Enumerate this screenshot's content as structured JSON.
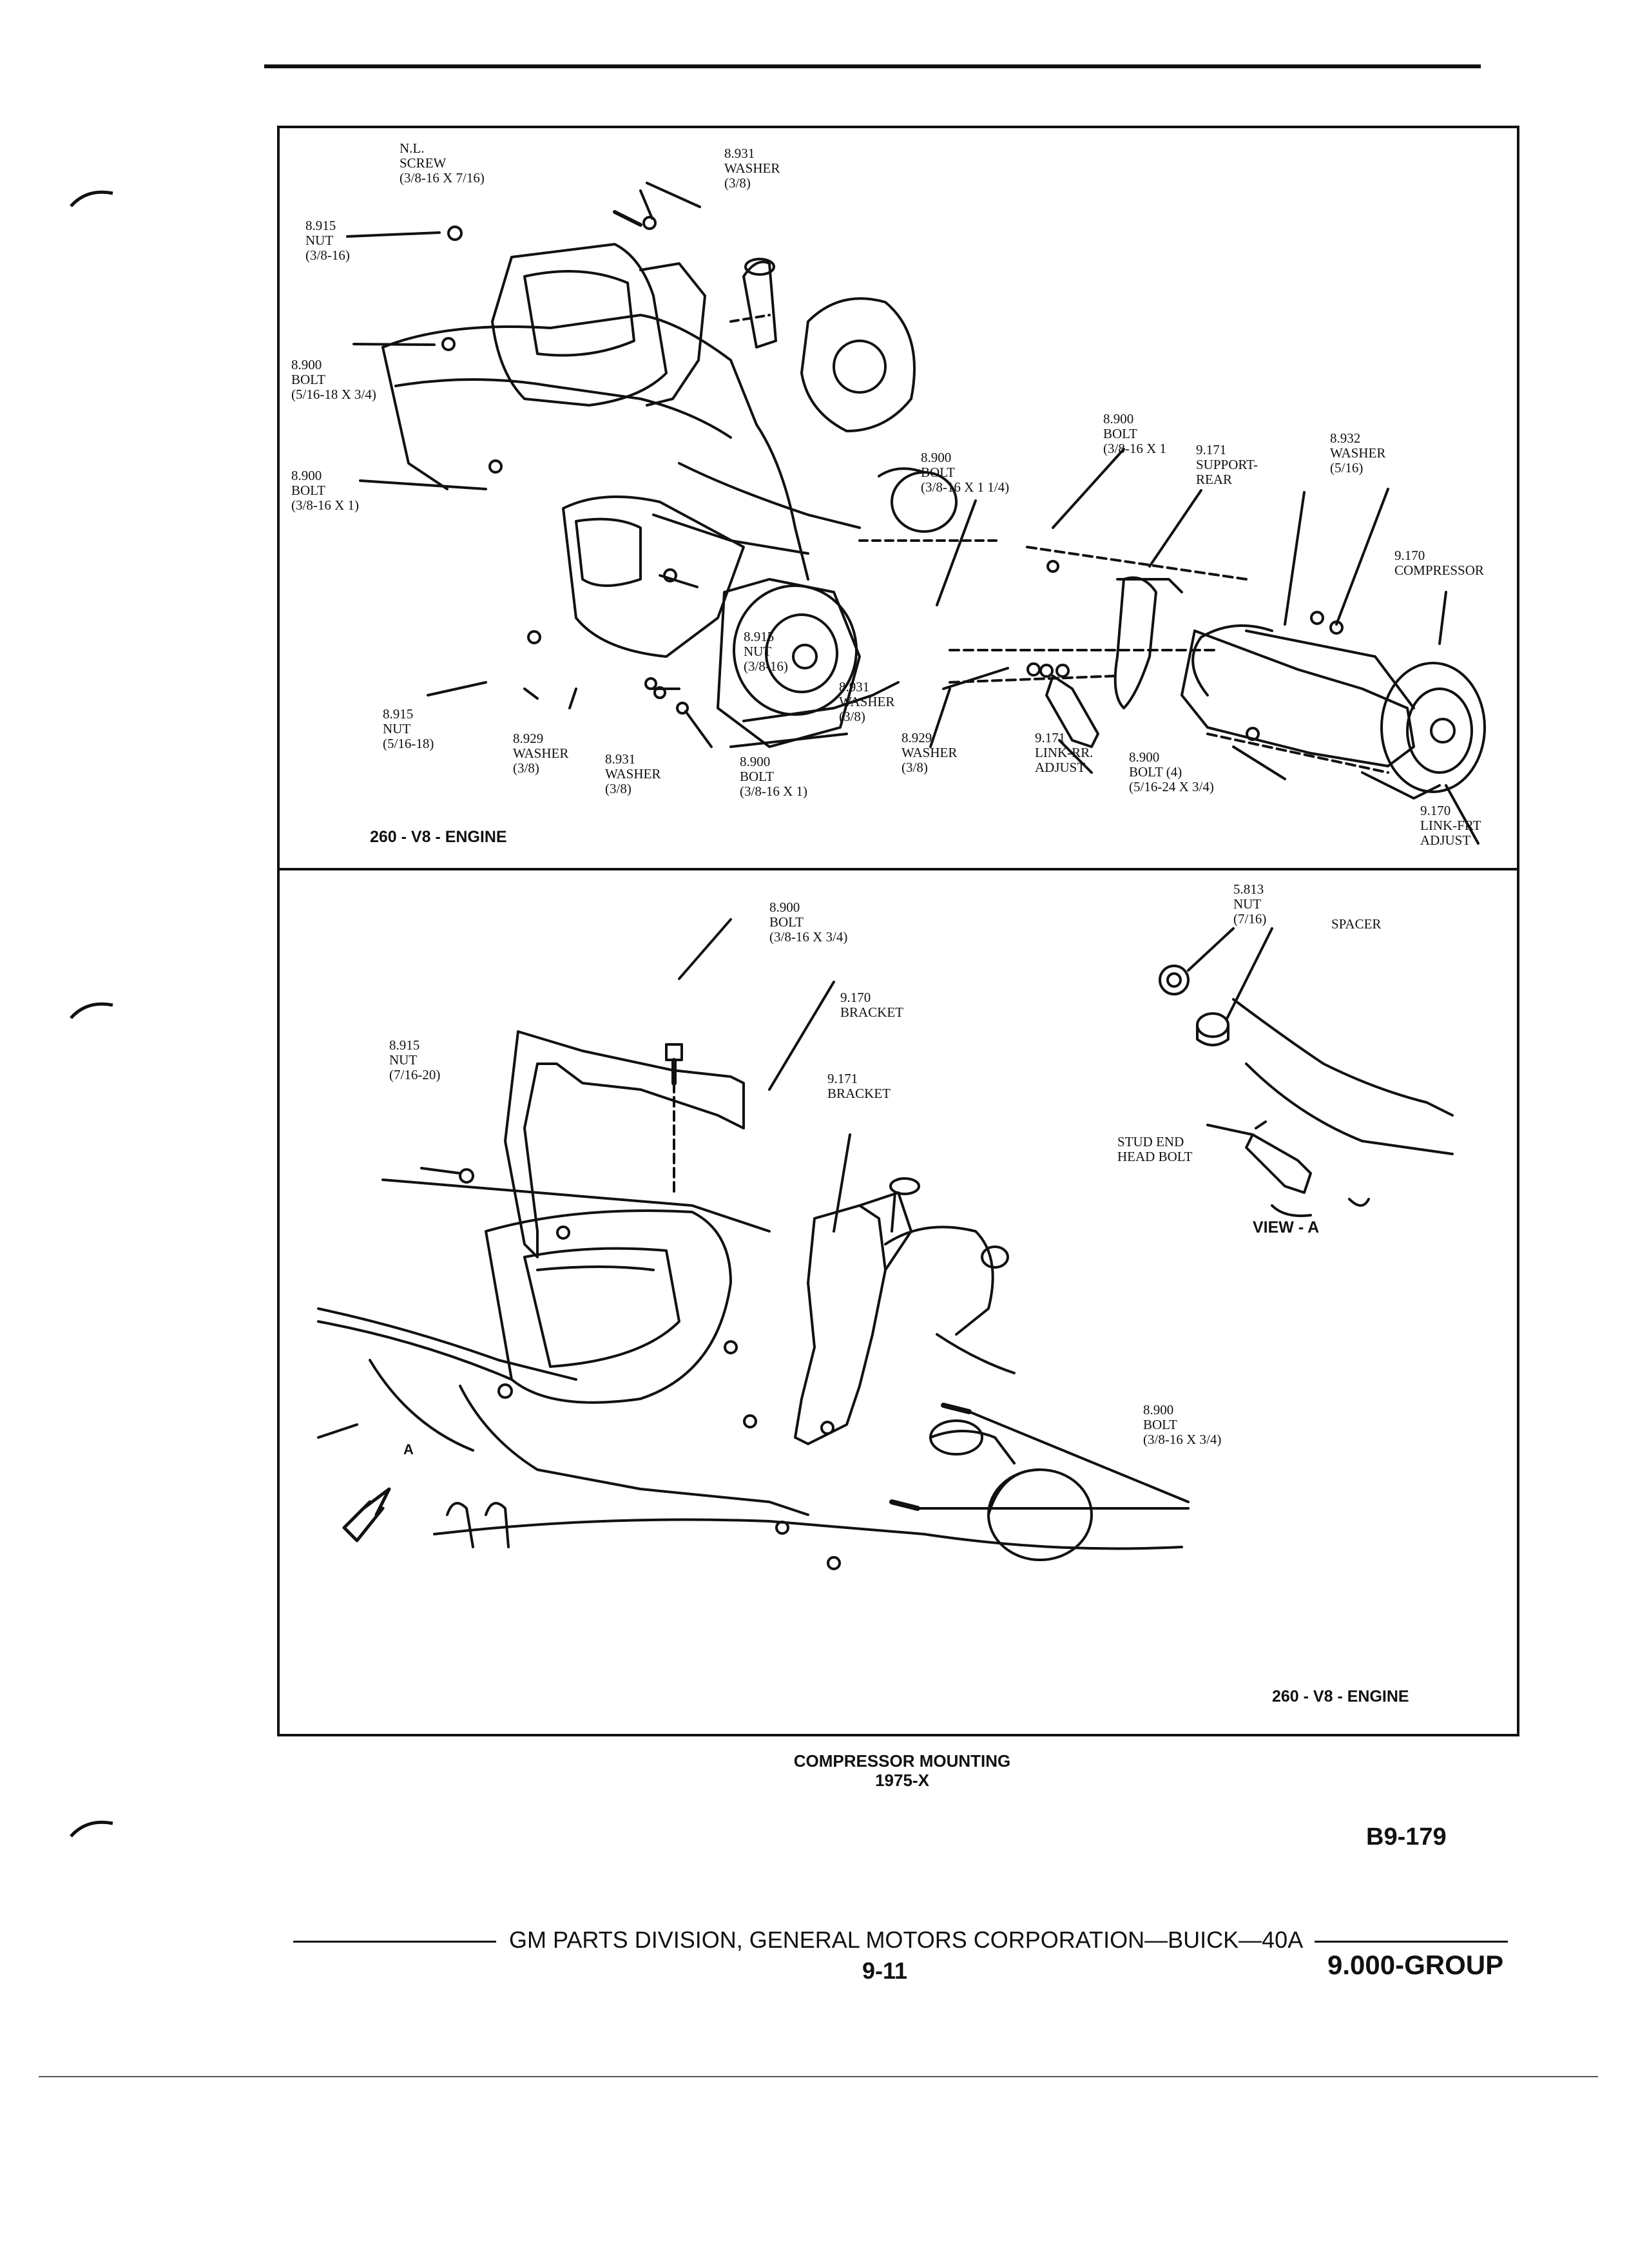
{
  "figure": {
    "top_panel": {
      "engine_label": "260 - V8 - ENGINE",
      "callouts": [
        {
          "id": "nl-screw",
          "lines": [
            "N.L.",
            "SCREW",
            "(3/8-16 x 7/16)"
          ]
        },
        {
          "id": "washer-8931-top",
          "lines": [
            "8.931",
            "WASHER",
            "(3/8)"
          ]
        },
        {
          "id": "nut-8915-top",
          "lines": [
            "8.915",
            "NUT",
            "(3/8-16)"
          ]
        },
        {
          "id": "bolt-8900-516",
          "lines": [
            "8.900",
            "BOLT",
            "(5/16-18 x 3/4)"
          ]
        },
        {
          "id": "bolt-8900-38-1",
          "lines": [
            "8.900",
            "BOLT",
            "(3/8-16 x 1)"
          ]
        },
        {
          "id": "nut-8915-mid",
          "lines": [
            "8.915",
            "NUT",
            "(3/8-16)"
          ]
        },
        {
          "id": "nut-8915-516",
          "lines": [
            "8.915",
            "NUT",
            "(5/16-18)"
          ]
        },
        {
          "id": "washer-8929-left",
          "lines": [
            "8.929",
            "WASHER",
            "(3/8)"
          ]
        },
        {
          "id": "washer-8931-left",
          "lines": [
            "8.931",
            "WASHER",
            "(3/8)"
          ]
        },
        {
          "id": "bolt-8900-bottom",
          "lines": [
            "8.900",
            "BOLT",
            "(3/8-16 x 1)"
          ]
        },
        {
          "id": "bolt-8900-114",
          "lines": [
            "8.900",
            "BOLT",
            "(3/8-16 x 1 1/4)"
          ]
        },
        {
          "id": "bolt-8900-right-top",
          "lines": [
            "8.900",
            "BOLT",
            "(3/8-16 x 1"
          ]
        },
        {
          "id": "support-rear",
          "lines": [
            "9.171",
            "SUPPORT-",
            "REAR"
          ]
        },
        {
          "id": "washer-8932",
          "lines": [
            "8.932",
            "WASHER",
            "(5/16)"
          ]
        },
        {
          "id": "compressor",
          "lines": [
            "9.170",
            "COMPRESSOR"
          ]
        },
        {
          "id": "washer-8931-right",
          "lines": [
            "8.931",
            "WASHER",
            "(3/8)"
          ]
        },
        {
          "id": "washer-8929-right",
          "lines": [
            "8.929",
            "WASHER",
            "(3/8)"
          ]
        },
        {
          "id": "link-rr-adjust",
          "lines": [
            "9.171",
            "LINK-RR.",
            "ADJUST"
          ]
        },
        {
          "id": "bolt-8900-4",
          "lines": [
            "8.900",
            "BOLT (4)",
            "(5/16-24 x 3/4)"
          ]
        },
        {
          "id": "link-frt-adjust",
          "lines": [
            "9.170",
            "LINK-FRT",
            "ADJUST"
          ]
        }
      ]
    },
    "bottom_panel": {
      "engine_label": "260 - V8 - ENGINE",
      "view_label": "VIEW - A",
      "arrow_letter": "A",
      "callouts": [
        {
          "id": "bolt-8900-top",
          "lines": [
            "8.900",
            "BOLT",
            "(3/8-16 x 3/4)"
          ]
        },
        {
          "id": "bracket-9170",
          "lines": [
            "9.170",
            "BRACKET"
          ]
        },
        {
          "id": "bracket-9171",
          "lines": [
            "9.171",
            "BRACKET"
          ]
        },
        {
          "id": "nut-8915-716",
          "lines": [
            "8.915",
            "NUT",
            "(7/16-20)"
          ]
        },
        {
          "id": "nut-5813",
          "lines": [
            "5.813",
            "NUT",
            "(7/16)"
          ]
        },
        {
          "id": "spacer",
          "lines": [
            "SPACER"
          ]
        },
        {
          "id": "stud-end",
          "lines": [
            "STUD END",
            "HEAD BOLT"
          ]
        },
        {
          "id": "bolt-8900-right",
          "lines": [
            "8.900",
            "BOLT",
            "(3/8-16 x 3/4)"
          ]
        }
      ]
    },
    "caption_line1": "COMPRESSOR MOUNTING",
    "caption_line2": "1975-X"
  },
  "figure_number": "B9-179",
  "footer": {
    "publisher": "GM PARTS DIVISION, GENERAL MOTORS CORPORATION—BUICK—40A",
    "page_number": "9-11",
    "group": "9.000-GROUP"
  }
}
